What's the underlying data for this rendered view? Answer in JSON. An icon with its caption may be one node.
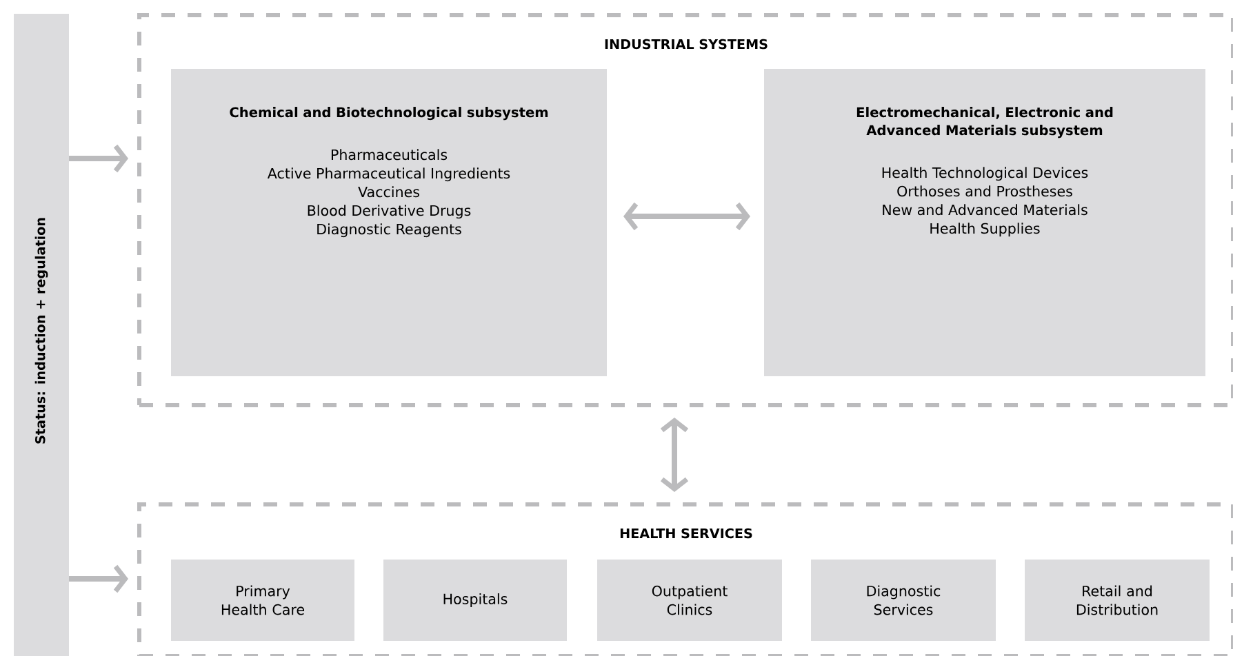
{
  "diagram": {
    "nodes": [
      {
        "text": [
          "Status: induction + regulation"
        ]
      },
      {
        "text": [
          "INDUSTRIAL SYSTEMS"
        ]
      },
      {
        "text": [
          "Chemical and Biotechnological subsystem",
          "Pharmaceuticals",
          "Active Pharmaceutical Ingredients",
          "Vaccines",
          "Blood Derivative Drugs",
          "Diagnostic Reagents"
        ],
        "in": 1
      },
      {
        "text": [
          "Electromechanical, Electronic and Advanced Materials subsystem",
          "Health Technological Devices",
          "Orthoses and Prostheses",
          "New and Advanced Materials",
          "Health Supplies"
        ],
        "in": 1
      },
      {
        "text": [
          "HEALTH SERVICES"
        ]
      },
      {
        "text": [
          "Primary Health Care"
        ],
        "in": 4
      },
      {
        "text": [
          "Hospitals"
        ],
        "in": 4
      },
      {
        "text": [
          "Outpatient Clinics"
        ],
        "in": 4
      },
      {
        "text": [
          "Diagnostic Services"
        ],
        "in": 4
      },
      {
        "text": [
          "Retail and Distribution"
        ],
        "in": 4
      }
    ],
    "edges": [
      {
        "from": 0,
        "to": 1,
        "arrow": "to"
      },
      {
        "from": 2,
        "to": 3,
        "arrow": "both"
      },
      {
        "from": 1,
        "to": 4,
        "arrow": "both"
      },
      {
        "from": 0,
        "to": 4,
        "arrow": "to"
      }
    ]
  }
}
